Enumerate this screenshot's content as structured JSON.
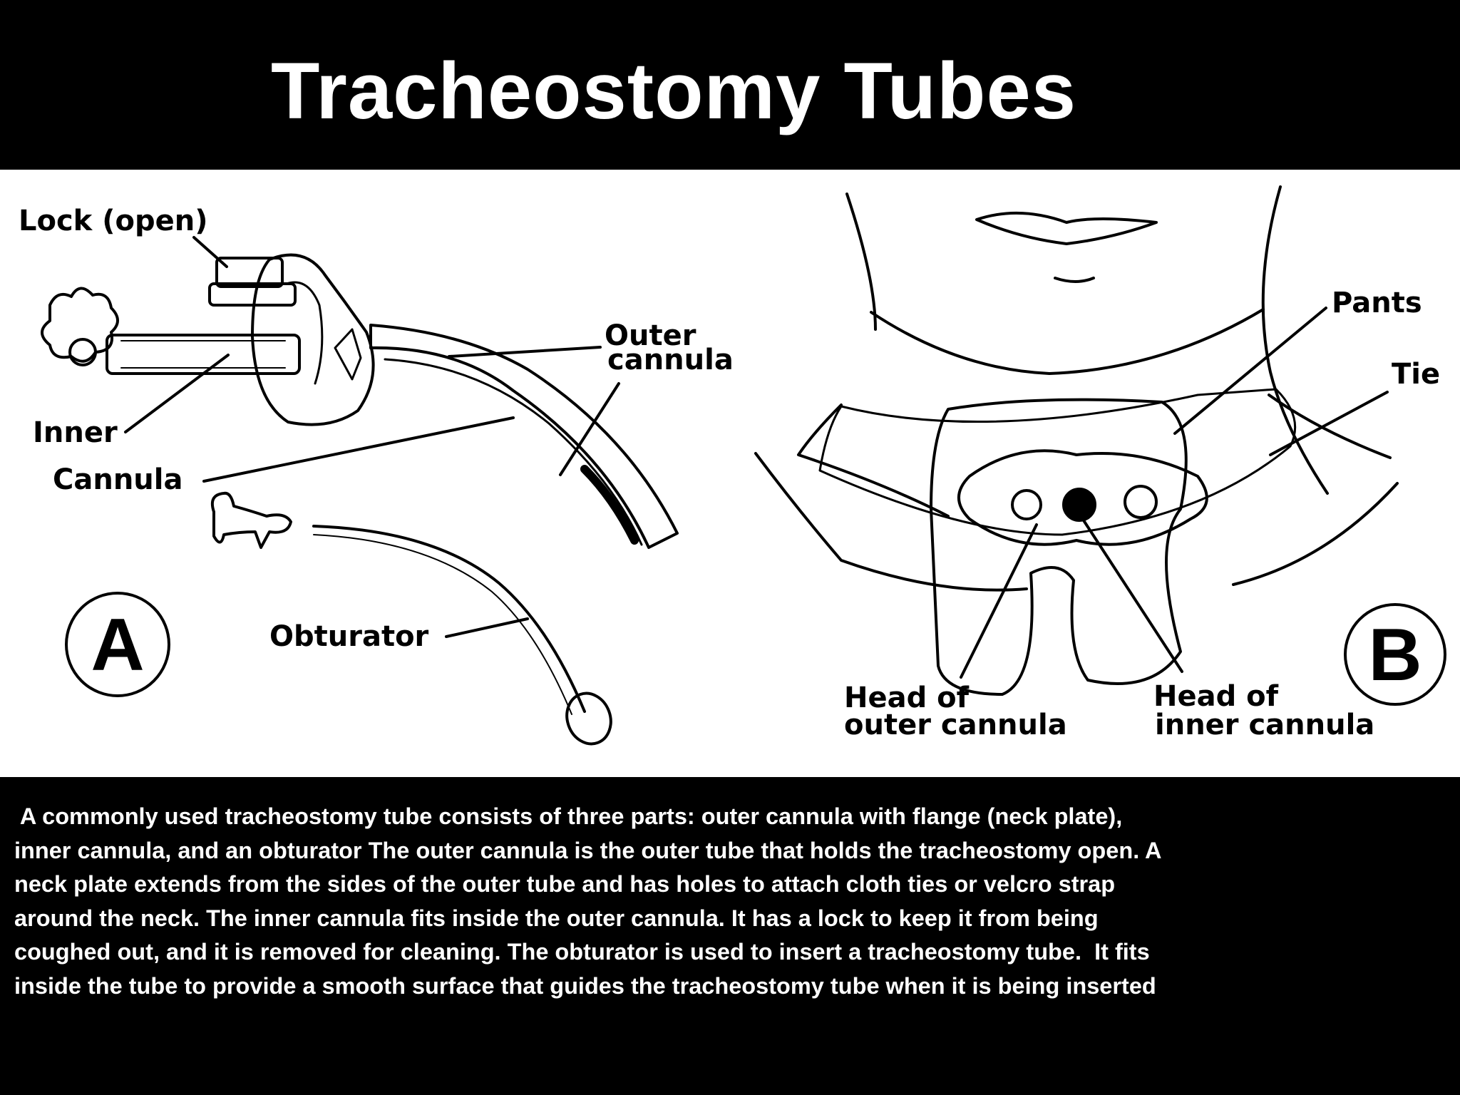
{
  "title": "Tracheostomy Tubes",
  "labels": {
    "lock_open": "Lock (open)",
    "outer_cannula_1": "Outer",
    "outer_cannula_2": "cannula",
    "inner": "Inner",
    "cannula": "Cannula",
    "obturator": "Obturator",
    "panel_a": "A",
    "panel_b": "B",
    "pants": "Pants",
    "tie": "Tie",
    "head_outer_1": "Head of",
    "head_outer_2": "outer cannula",
    "head_inner_1": "Head of",
    "head_inner_2": "inner cannula"
  },
  "caption_lines": [
    " A commonly used tracheostomy tube consists of three parts: outer cannula with flange (neck plate),",
    "inner cannula, and an obturator The outer cannula is the outer tube that holds the tracheostomy open. A",
    "neck plate extends from the sides of the outer tube and has holes to attach cloth ties or velcro strap",
    "around the neck. The inner cannula fits inside the outer cannula. It has a lock to keep it from being",
    "coughed out, and it is removed for cleaning. The obturator is used to insert a tracheostomy tube.  It fits",
    "inside the tube to provide a smooth surface that guides the tracheostomy tube when it is being inserted"
  ]
}
